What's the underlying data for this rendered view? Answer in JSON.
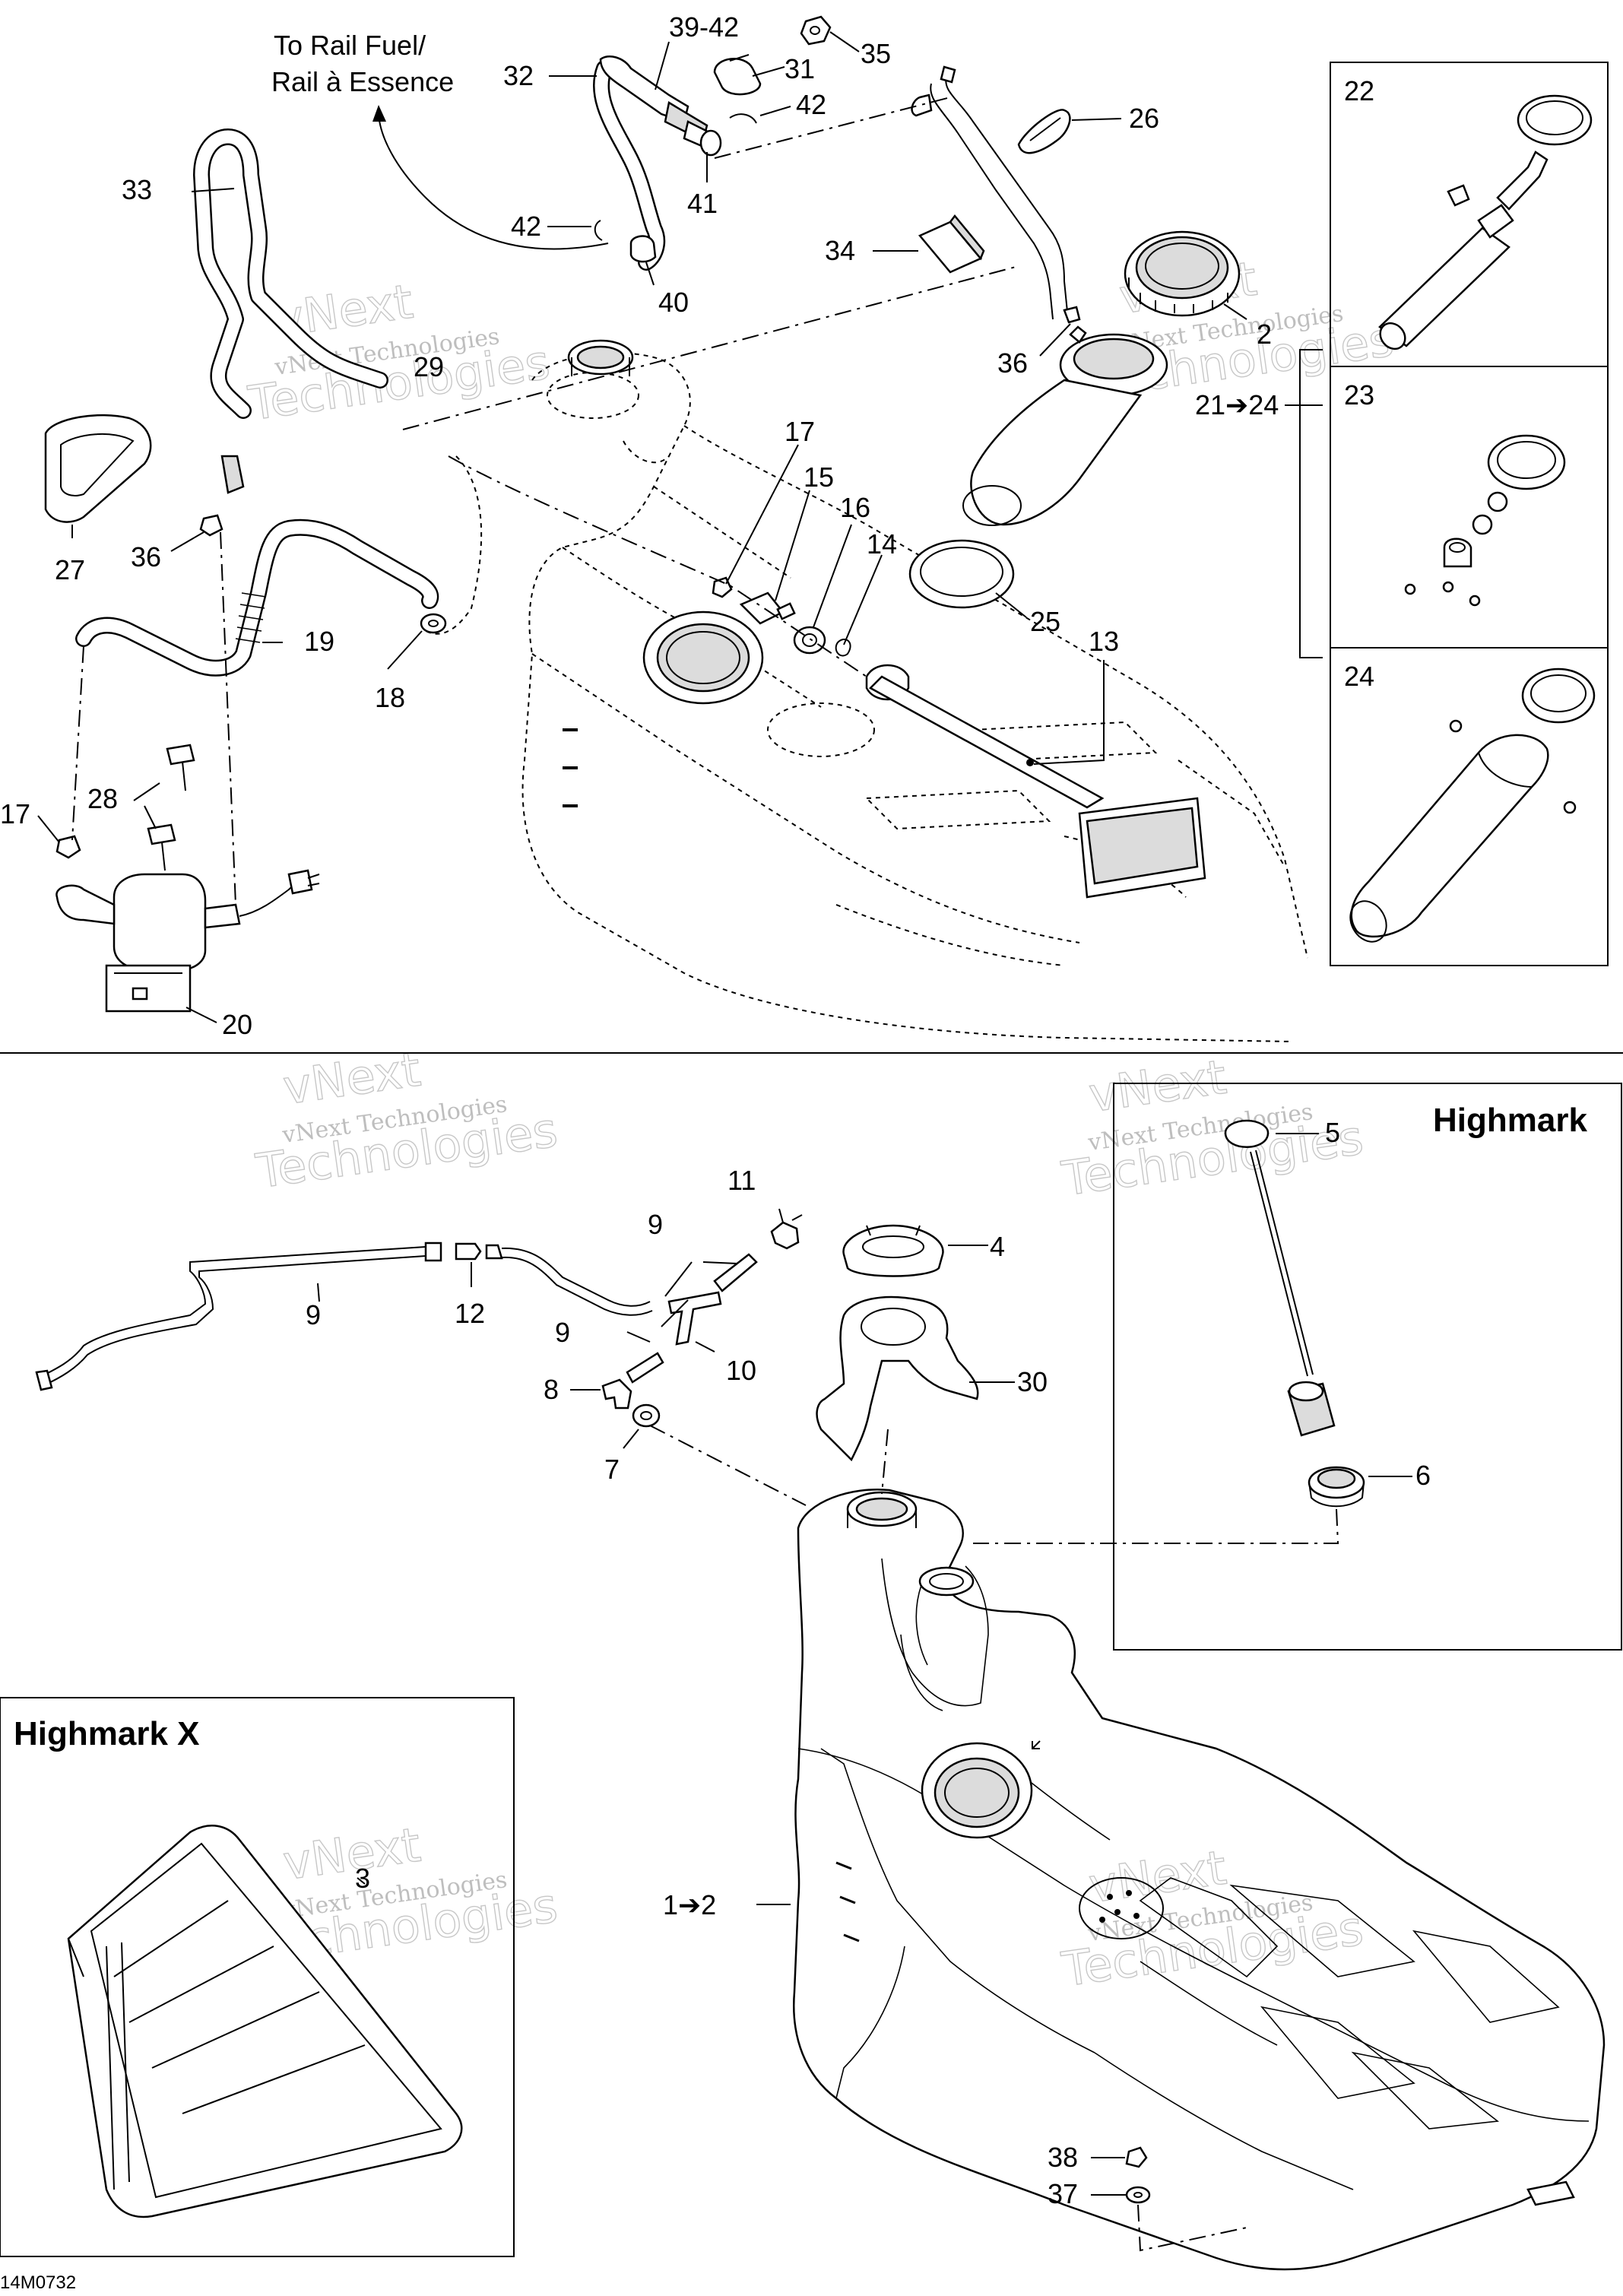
{
  "diagram": {
    "rail_note_line1": "To Rail Fuel/",
    "rail_note_line2": "Rail à Essence",
    "reference_code": "14M0732",
    "watermark_line1": "vNext",
    "watermark_line2": "Technologies",
    "boxes": {
      "detail_22": "22",
      "detail_23": "23",
      "detail_24": "24",
      "highmark": "Highmark",
      "highmark_x": "Highmark X"
    },
    "callouts": {
      "c39_42": "39-42",
      "c35": "35",
      "c32": "32",
      "c31": "31",
      "c42a": "42",
      "c42b": "42",
      "c41": "41",
      "c40": "40",
      "c26": "26",
      "c33": "33",
      "c34": "34",
      "c2": "2",
      "c36a": "36",
      "c36b": "36",
      "c29": "29",
      "c21_24": "21➔24",
      "c17a": "17",
      "c17b": "17",
      "c15": "15",
      "c16": "16",
      "c14": "14",
      "c27": "27",
      "c25": "25",
      "c13": "13",
      "c19": "19",
      "c18": "18",
      "c28": "28",
      "c20": "20",
      "c5": "5",
      "c11": "11",
      "c9a": "9",
      "c9b": "9",
      "c9c": "9",
      "c4": "4",
      "c12": "12",
      "c10": "10",
      "c8": "8",
      "c30": "30",
      "c7": "7",
      "c6": "6",
      "c3": "3",
      "c1_2": "1➔2",
      "c38": "38",
      "c37": "37"
    }
  }
}
